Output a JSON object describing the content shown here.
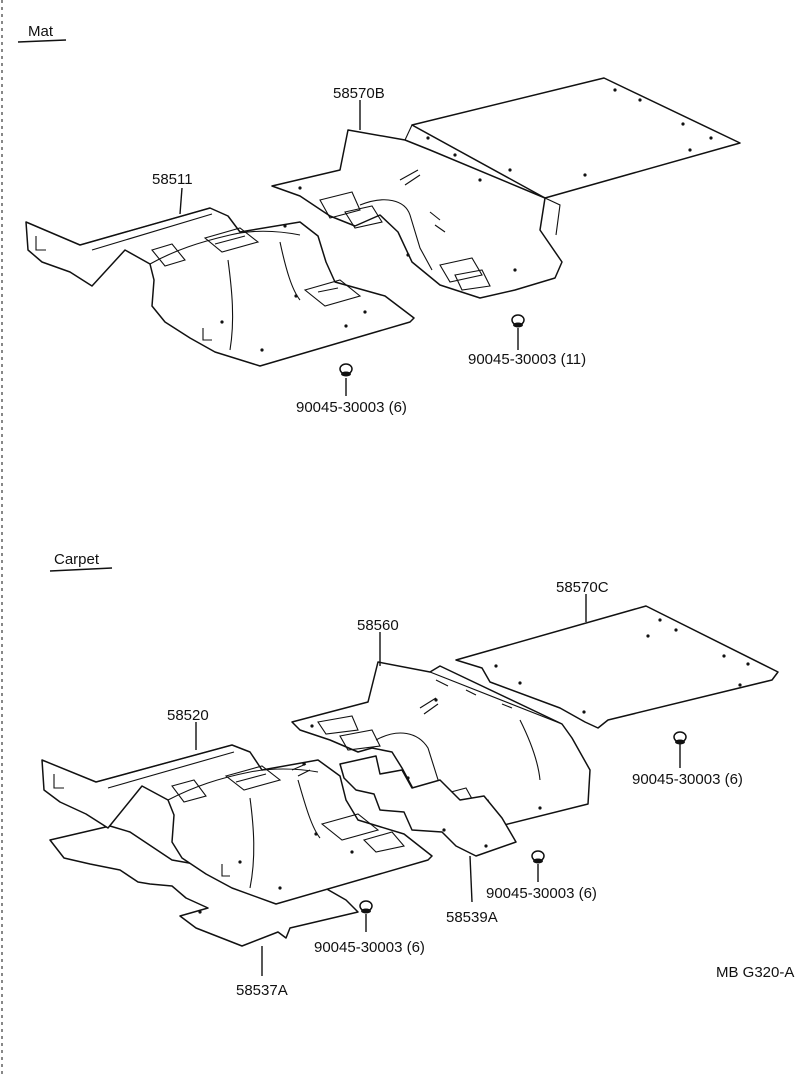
{
  "sections": {
    "mat": {
      "title": "Mat"
    },
    "carpet": {
      "title": "Carpet"
    }
  },
  "parts": {
    "mat_rear": "58570B",
    "mat_front": "58511",
    "mat_clip_rear": "90045-30003 (11)",
    "mat_clip_front": "90045-30003 (6)",
    "carpet_rear": "58570C",
    "carpet_mid": "58560",
    "carpet_front": "58520",
    "carpet_clip_rear": "90045-30003 (6)",
    "carpet_clip_mid": "90045-30003 (6)",
    "carpet_clip_front": "90045-30003 (6)",
    "carpet_pad_mid": "58539A",
    "carpet_pad_front": "58537A"
  },
  "figure_code": "MB G320-A"
}
